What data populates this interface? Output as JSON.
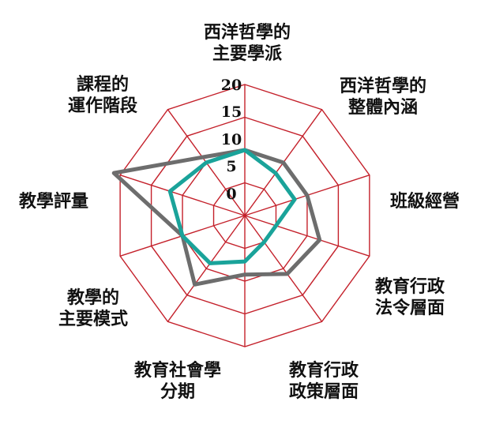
{
  "chart_data": {
    "type": "radar",
    "title": "",
    "axes": [
      [
        "西洋哲學的",
        "主要學派"
      ],
      [
        "西洋哲學的",
        "整體內涵"
      ],
      [
        "班級經營"
      ],
      [
        "教育行政",
        "法令層面"
      ],
      [
        "教育行政",
        "政策層面"
      ],
      [
        "教育社會學",
        "分期"
      ],
      [
        "教學的",
        "主要模式"
      ],
      [
        "教學評量"
      ],
      [
        "課程的",
        "運作階段"
      ],
      [
        ""
      ]
    ],
    "ticks": [
      "0",
      "5",
      "10",
      "15",
      "20"
    ],
    "rmax": 20,
    "grid": true,
    "series": [
      {
        "color": "#6d6d6d",
        "values": [
          10,
          10,
          10,
          12,
          11,
          9,
          13,
          10,
          21,
          11
        ]
      },
      {
        "color": "#1aa39a",
        "values": [
          10,
          8,
          8,
          5,
          5,
          7,
          9,
          10,
          12,
          10
        ]
      }
    ],
    "grid_color": "#c4212b",
    "axis_color": "#c4212b"
  }
}
